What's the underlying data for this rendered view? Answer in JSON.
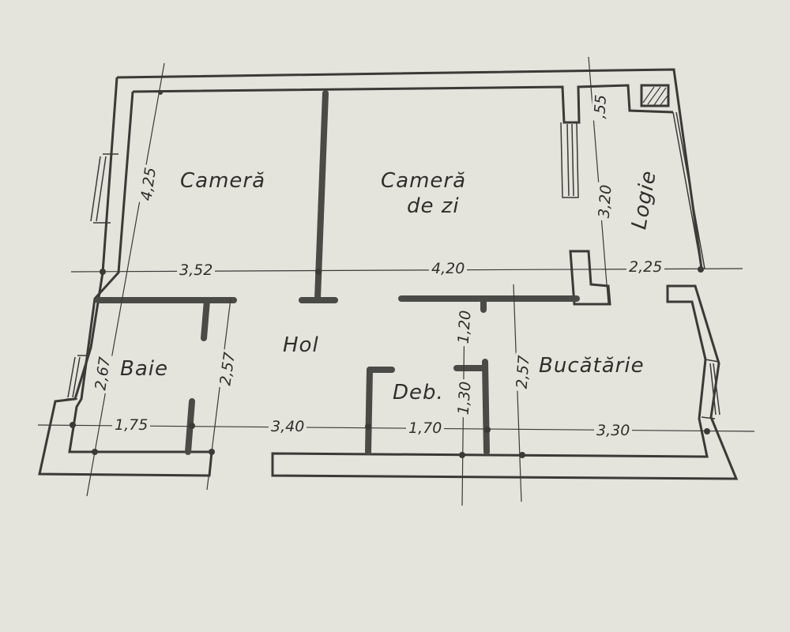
{
  "diagram": {
    "type": "floor-plan",
    "paper_color": "#e4e3dc",
    "ink_color": "#3a3a37",
    "rooms": [
      {
        "id": "camera",
        "label": "Cameră"
      },
      {
        "id": "camera-de-zi",
        "label_line1": "Cameră",
        "label_line2": "de zi"
      },
      {
        "id": "logie",
        "label": "Logie"
      },
      {
        "id": "baie",
        "label": "Baie"
      },
      {
        "id": "hol",
        "label": "Hol"
      },
      {
        "id": "deb",
        "label": "Deb."
      },
      {
        "id": "bucatarie",
        "label": "Bucătărie"
      }
    ],
    "dimensions": {
      "camera_height": "4,25",
      "camera_width": "3,52",
      "camera_de_zi_width": "4,20",
      "logie_width": "2,25",
      "logie_top": ",55",
      "logie_height": "3,20",
      "baie_height_left": "2,67",
      "baie_height_right": "2,57",
      "baie_width": "1,75",
      "hol_width": "3,40",
      "deb_width": "1,70",
      "hol_depth": "1,20",
      "deb_depth": "1,30",
      "bucatarie_height": "2,57",
      "bucatarie_width": "3,30"
    }
  }
}
